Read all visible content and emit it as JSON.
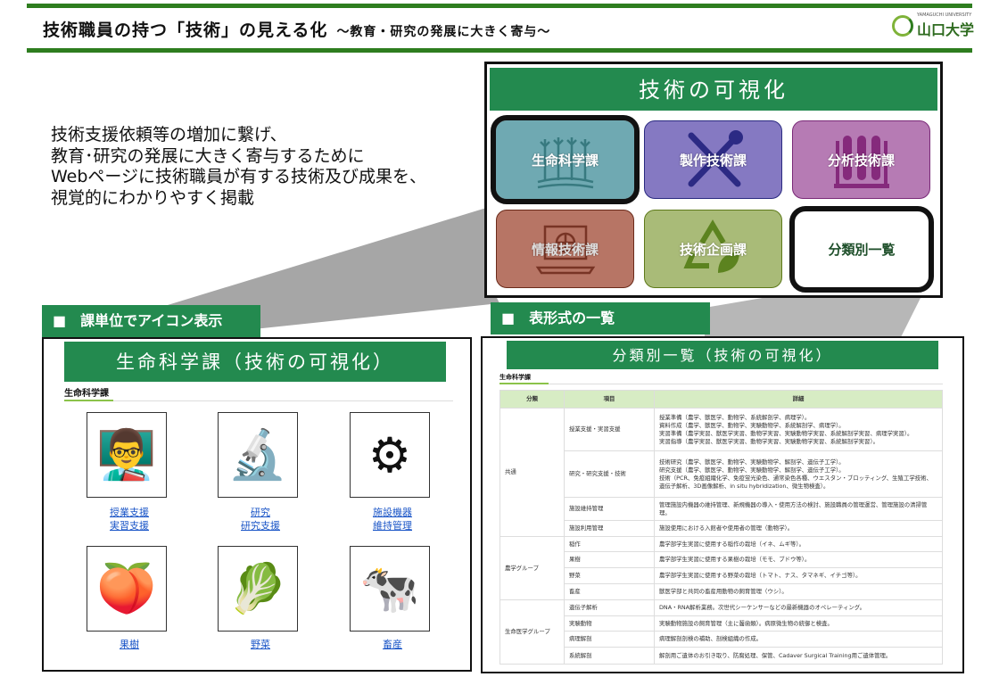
{
  "header": {
    "title": "技術職員の持つ「技術」の見える化",
    "subtitle": "～教育・研究の発展に大きく寄与～",
    "logo_small": "YAMAGUCHI UNIVERSITY",
    "logo_name": "山口大学",
    "accent": "#2e7d1f"
  },
  "intro": [
    "技術支援依頼等の増加に繋げ、",
    "教育･研究の発展に大きく寄与するために",
    "Webページに技術職員が有する技術及び成果を、",
    "視覚的にわかりやすく掲載"
  ],
  "viz": {
    "title": "技術の可視化",
    "tiles": [
      {
        "label": "生命科学課",
        "color": "#6fa9b2",
        "icon": "wheat-icon"
      },
      {
        "label": "製作技術課",
        "color": "#8579c2",
        "icon": "tools-icon"
      },
      {
        "label": "分析技術課",
        "color": "#b67bb4",
        "icon": "test-tubes-icon"
      },
      {
        "label": "情報技術課",
        "color": "#b77565",
        "icon": "laptop-globe-icon"
      },
      {
        "label": "技術企画課",
        "color": "#a9bb78",
        "icon": "recycle-leaf-icon"
      },
      {
        "label": "分類別一覧",
        "color": "#ffffff",
        "icon": ""
      }
    ]
  },
  "left_panel": {
    "tab": "■　課単位でアイコン表示",
    "title": "生命科学課（技術の可視化）",
    "section": "生命科学課",
    "cards": [
      {
        "links": [
          "授業支援",
          "実習支援"
        ],
        "icon": "👨‍🏫"
      },
      {
        "links": [
          "研究",
          "研究支援"
        ],
        "icon": "🔬"
      },
      {
        "links": [
          "施設機器",
          "維持管理"
        ],
        "icon": "⚙"
      },
      {
        "links": [
          "果樹"
        ],
        "icon": "🍑"
      },
      {
        "links": [
          "野菜"
        ],
        "icon": "🥬"
      },
      {
        "links": [
          "畜産"
        ],
        "icon": "🐄"
      }
    ]
  },
  "right_panel": {
    "tab": "■　表形式の一覧",
    "title": "分類別一覧（技術の可視化）",
    "section": "生命科学課",
    "columns": [
      "分類",
      "項目",
      "詳細"
    ],
    "groups": [
      {
        "name": "共通",
        "rows": [
          {
            "item": "授業支援・実習支援",
            "detail": [
              "授業準備（農学、獣医学、動物学、系統解剖学、病理学）。",
              "資料作成（農学、獣医学、動物学、実験動物学、系統解剖学、病理学）。",
              "実習準備（農学実習、獣医学実習、動物学実習、実験動物学実習、系統解剖学実習、病理学実習）。",
              "実習指導（農学実習、獣医学実習、動物学実習、実験動物学実習、系統解剖学実習）。"
            ]
          },
          {
            "item": "研究・研究支援・技術",
            "detail": [
              "技術研究（農学、獣医学、動物学、実験動物学、解剖学、遺伝子工学）。",
              "研究支援（農学、獣医学、動物学、実験動物学、解剖学、遺伝子工学）。",
              "技術（PCR、免疫組織化学、免疫蛍光染色、通常染色各種、ウエスタン・ブロッティング、生殖工学技術、遺伝子解析、3D画像解析、in situ hybridization、微生物検査）。"
            ]
          },
          {
            "item": "施設維持管理",
            "detail": [
              "管理施設内機器の維持管理、新規機器の導入・使用方法の検討、施設職員の管理運営、管理施設の清掃管理。"
            ]
          },
          {
            "item": "施設利用管理",
            "detail": [
              "施設使用における入館者や使用者の管理（動物学）。"
            ]
          }
        ]
      },
      {
        "name": "農学グループ",
        "rows": [
          {
            "item": "稲作",
            "detail": [
              "農学部学生実習に使用する稲作の栽培（イネ、ムギ等）。"
            ]
          },
          {
            "item": "果樹",
            "detail": [
              "農学部学生実習に使用する果樹の栽培（モモ、ブドウ等）。"
            ]
          },
          {
            "item": "野菜",
            "detail": [
              "農学部学生実習に使用する野菜の栽培（トマト、ナス、タマネギ、イチゴ等）。"
            ]
          },
          {
            "item": "畜産",
            "detail": [
              "獣医学部と共同の畜産用動物の飼育管理（ウシ）。"
            ]
          }
        ]
      },
      {
        "name": "生命医学グループ",
        "rows": [
          {
            "item": "遺伝子解析",
            "detail": [
              "DNA・RNA解析業務。次世代シーケンサーなどの最新機器のオペレーティング。"
            ]
          },
          {
            "item": "実験動物",
            "detail": [
              "実験動物施設の飼育管理（主に齧歯類）。病原微生物の統御と検査。"
            ]
          },
          {
            "item": "病理解剖",
            "detail": [
              "病理解剖剖検の補助、剖検組織の作成。"
            ]
          },
          {
            "item": "系統解剖",
            "detail": [
              "解剖用ご遺体のお引き取り、防腐処理、保管、Cadaver Surgical Training用ご遺体管理。"
            ]
          }
        ]
      }
    ]
  }
}
